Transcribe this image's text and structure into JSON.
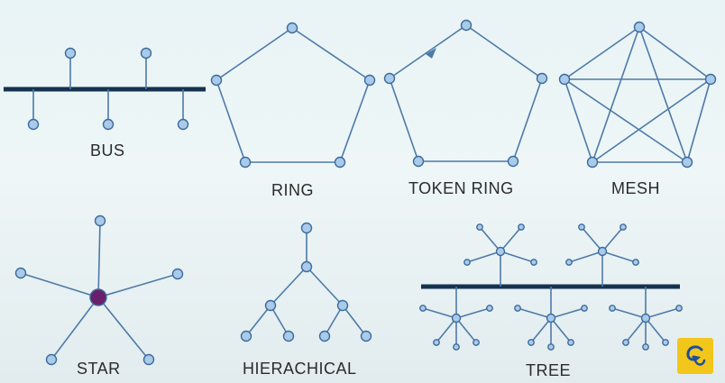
{
  "labels": {
    "bus": "BUS",
    "ring": "RING",
    "token_ring": "TOKEN RING",
    "mesh": "MESH",
    "star": "STAR",
    "hierachical": "HIERACHICAL",
    "tree": "TREE"
  },
  "colors": {
    "node_fill": "#a9cbea",
    "node_stroke": "#3e6a9c",
    "line": "#4d7aa8",
    "bus_bar": "#15324f",
    "star_hub": "#6a1f6d",
    "logo_bg": "#f2c61a",
    "logo_glyph": "#1d4f9b"
  },
  "logo": {
    "icon": "brand-logo-icon"
  }
}
